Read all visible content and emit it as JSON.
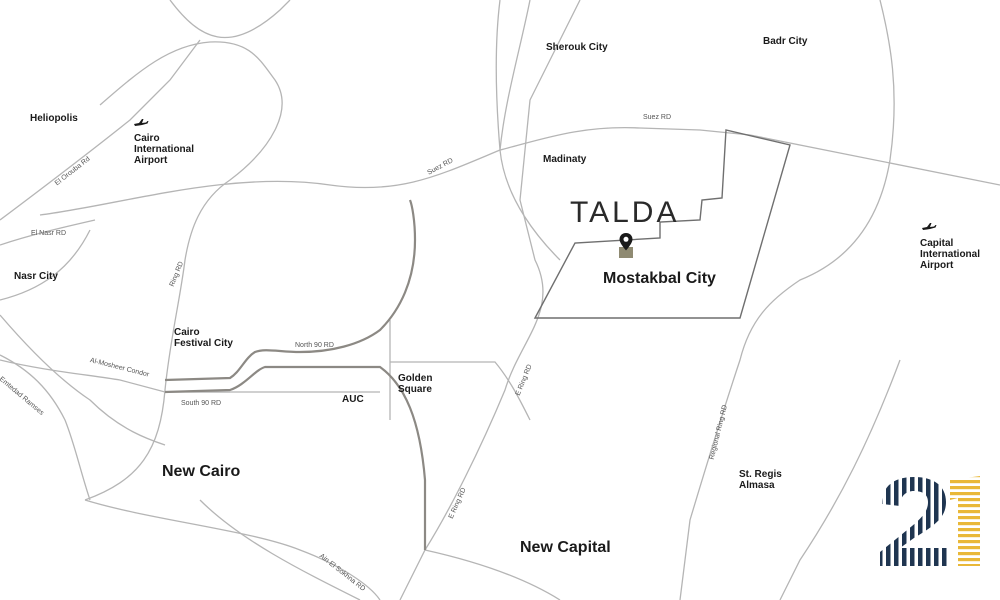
{
  "map": {
    "brand": "TALDA",
    "districts": {
      "sherouk": "Sherouk City",
      "badr": "Badr City",
      "heliopolis": "Heliopolis",
      "madinaty": "Madinaty",
      "nasr": "Nasr City",
      "cairo_festival": [
        "Cairo",
        "Festival City"
      ],
      "golden_square": [
        "Golden",
        "Square"
      ],
      "auc": "AUC",
      "st_regis": [
        "St. Regis",
        "Almasa"
      ],
      "mostakbal": "Mostakbal City",
      "new_cairo": "New Cairo",
      "new_capital": "New Capital"
    },
    "airports": {
      "cairo": [
        "Cairo",
        "International",
        "Airport"
      ],
      "capital": [
        "Capital",
        "International",
        "Airport"
      ]
    },
    "roads": {
      "suez_rd_1": "Suez RD",
      "suez_rd_2": "Suez RD",
      "el_orouba": "El Orouba Rd",
      "el_nasr": "El Nasr RD",
      "ring_rd": "Ring RD",
      "north_90": "North 90 RD",
      "south_90": "South 90 RD",
      "al_mosheer": "Al-Mosheer Condor",
      "emtedad_ramses": "Emtedad Ramses",
      "e_ring_1": "E Ring RD",
      "e_ring_2": "E Ring RD",
      "ain_el_sokhna": "Ain El Sokhna RD",
      "regional_ring": "Regional Ring RD"
    },
    "colors": {
      "logo_navy": "#1f3550",
      "logo_gold": "#e9b838",
      "marker": "#1a1a1a",
      "project_plot": "#8f8a72"
    },
    "logo_number": "21"
  }
}
